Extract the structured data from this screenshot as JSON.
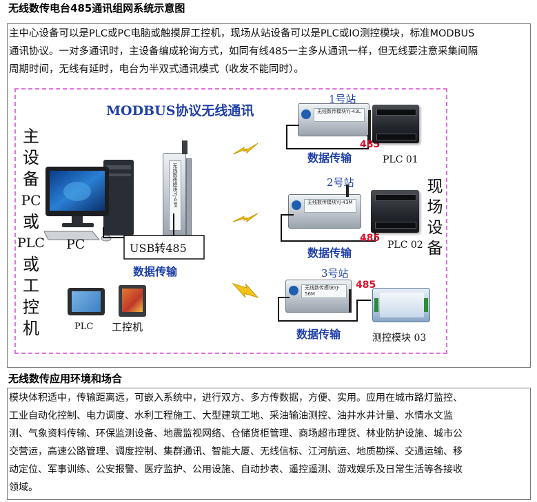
{
  "section1": {
    "title": "无线数传电台485通讯组网系统示意图",
    "paragraph_lines": [
      "主中心设备可以是PLC或PC电脑或触摸屏工控机，现场从站设备可以是PLC或IO测控模块，标准MODBUS",
      "通讯协议。一对多通讯时，主设备编成轮询方式，如同有线485一主多从通讯一样，但无线要注意采集间隔",
      "周期时间，无线有延时，电台为半双式通讯模式（收发不能同时）。"
    ]
  },
  "diagram": {
    "heading": "MODBUS协议无线通讯",
    "master_label_chars": [
      "主",
      "设",
      "备",
      "PC",
      "或",
      "PLC",
      "或",
      "工",
      "控",
      "机"
    ],
    "field_label_chars": [
      "现",
      "场",
      "设",
      "备"
    ],
    "pc_label": "PC",
    "usb_label": "USB转485",
    "data_transfer": "数据传输",
    "plc_small_label": "PLC",
    "ipc_label": "工控机",
    "modem_face_text": "无线数传模块YJ-43R",
    "stations": [
      {
        "name": "1号站",
        "interface": "485",
        "device": "PLC 01",
        "data_label": "数据传输",
        "modem_text": "无线数传模块YJ-43L"
      },
      {
        "name": "2号站",
        "interface": "485",
        "device": "PLC 02",
        "data_label": "数据传输",
        "modem_text": "无线数传模块YJ-43M"
      },
      {
        "name": "3号站",
        "interface": "485",
        "device": "测控模块 03",
        "data_label": "数据传输",
        "modem_text": "无线数传模块YJ-56M"
      }
    ],
    "colors": {
      "dash_border": "#e070e0",
      "blue_text": "#1f3fa8",
      "red_text": "#e0102a",
      "lightning": "#f2c318"
    }
  },
  "section2": {
    "title": "无线数传应用环境和场合",
    "paragraph_lines": [
      "模块体积适中，传输距离远，可嵌入系统中，进行双方、多方传数据，方便、实用。应用在城市路灯监控、",
      "工业自动化控制、电力调度、水利工程施工、大型建筑工地、采油输油测控、油井水井计量、水情水文监",
      "测、气象资料传输、环保监测设备、地震监视网络、仓储货柜管理、商场超市理货、林业防护设施、城市公",
      "交营运，高速公路管理、调度控制、集群通讯、智能大厦、无线信标、江河航运、地质勘探、交通运输、移",
      "动定位、军事训练、公安报警、医疗监护、公用设施、自动抄表、遥控遥测、游戏娱乐及日常生活等各接收",
      "领域。"
    ]
  }
}
